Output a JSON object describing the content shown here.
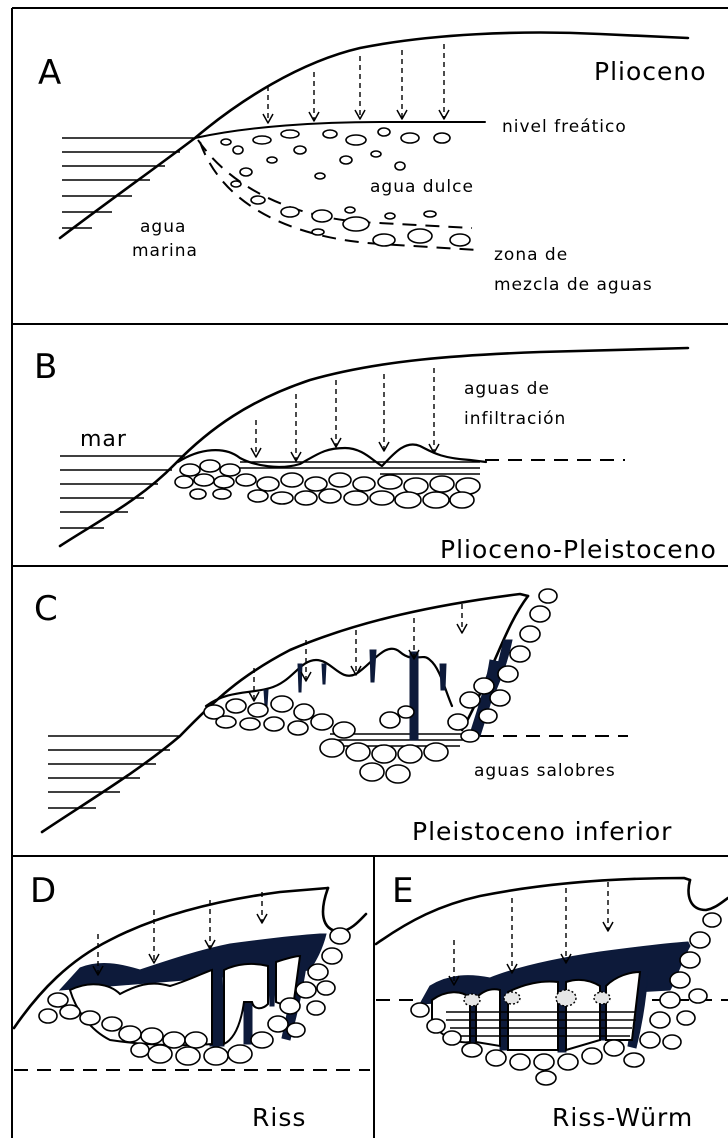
{
  "panels": [
    {
      "letter": "A",
      "title": "Plioceno",
      "labels": {
        "water_table": "nivel freático",
        "fresh_water": "agua dulce",
        "sea_water_line1": "agua",
        "sea_water_line2": "marina",
        "mixing_zone_line1": "zona de",
        "mixing_zone_line2": "mezcla de aguas"
      }
    },
    {
      "letter": "B",
      "title": "Plioceno-Pleistoceno",
      "labels": {
        "sea": "mar",
        "infiltration_line1": "aguas de",
        "infiltration_line2": "infiltración"
      }
    },
    {
      "letter": "C",
      "title": "Pleistoceno inferior",
      "labels": {
        "brackish": "aguas salobres"
      }
    },
    {
      "letter": "D",
      "title": "Riss",
      "labels": {}
    },
    {
      "letter": "E",
      "title": "Riss-Würm",
      "labels": {}
    }
  ]
}
